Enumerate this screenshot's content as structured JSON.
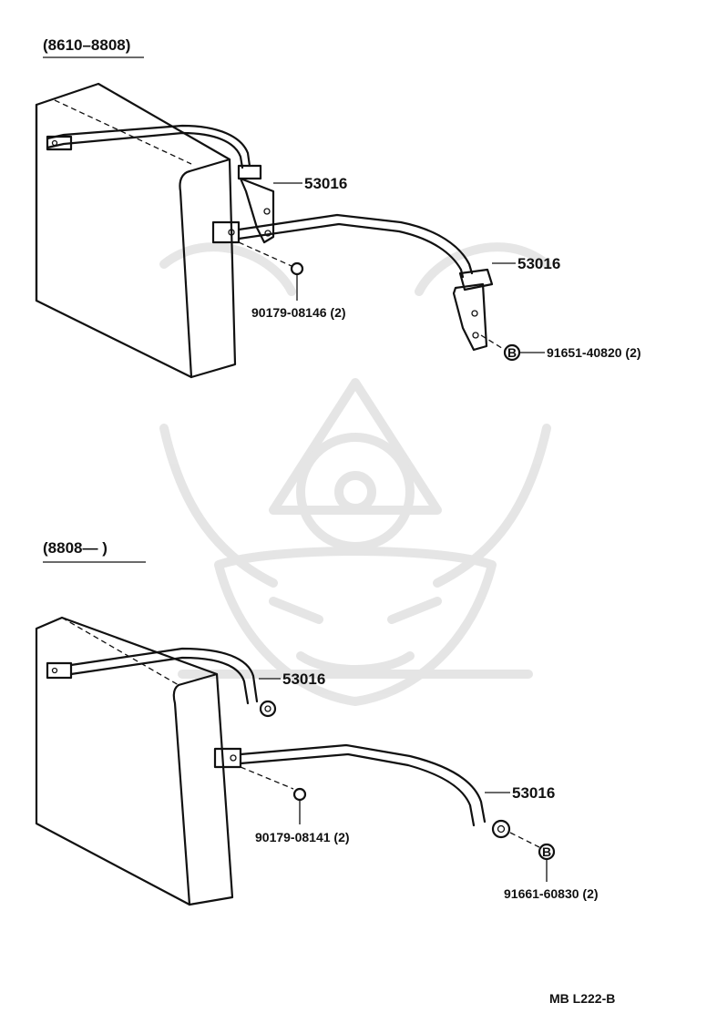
{
  "sections": [
    {
      "range": "(8610–8808)",
      "parts": [
        {
          "number": "53016"
        },
        {
          "number": "53016"
        },
        {
          "number": "90179-08146 (2)"
        },
        {
          "number": "91651-40820 (2)",
          "marker": "B"
        }
      ]
    },
    {
      "range": "(8808—      )",
      "parts": [
        {
          "number": "53016"
        },
        {
          "number": "53016"
        },
        {
          "number": "90179-08141 (2)"
        },
        {
          "number": "91661-60830 (2)",
          "marker": "B"
        }
      ]
    }
  ],
  "footer": {
    "code": "MB  L222-B"
  }
}
